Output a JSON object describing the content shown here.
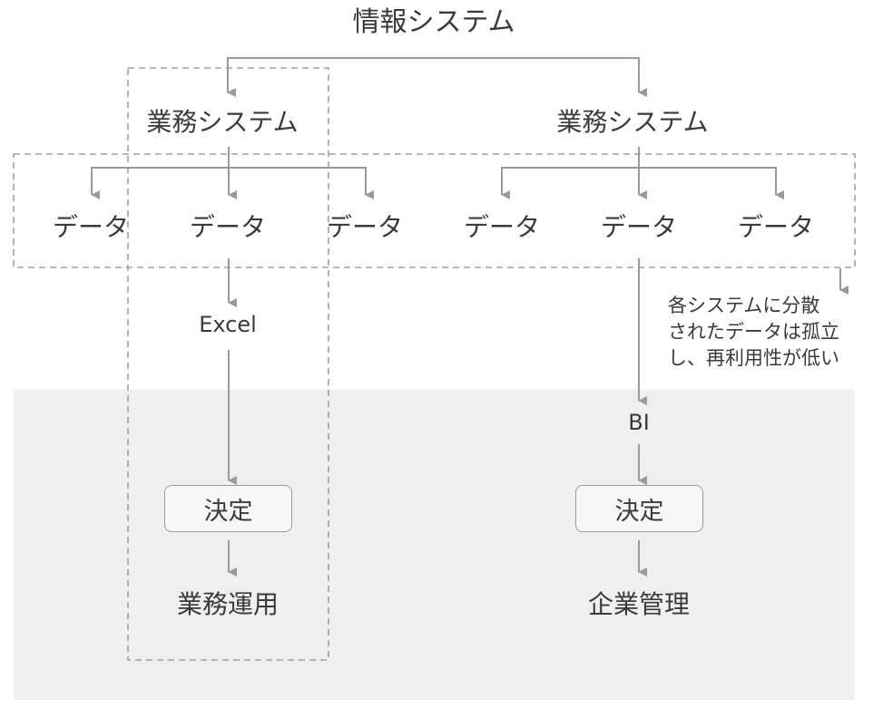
{
  "root": "情報システム",
  "systems": [
    "業務システム",
    "業務システム"
  ],
  "data_label": "データ",
  "left_flow": {
    "tool": "Excel",
    "decision": "決定",
    "outcome": "業務運用"
  },
  "right_flow": {
    "tool": "BI",
    "decision": "決定",
    "outcome": "企業管理"
  },
  "note": [
    "各システムに分散",
    "されたデータは孤立",
    "し、再利用性が低い"
  ],
  "colors": {
    "line": "#9a9a9a",
    "text": "#3a3a3a",
    "shaded": "#efefef",
    "dash": "#a0a0a0"
  }
}
